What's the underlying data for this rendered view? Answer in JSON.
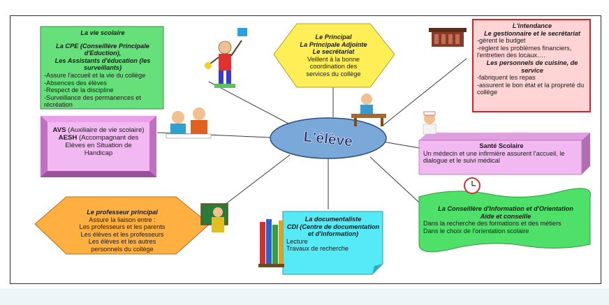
{
  "center": {
    "label": "L'élève"
  },
  "boxes": {
    "vie_scolaire": {
      "title": "La vie scolaire",
      "subtitle": "La CPE (Conseillère Principale d'Eduction),",
      "subtitle2": "Les Assistants d'éducation (les surveillants)",
      "items": [
        "-Assure l'accueil et la vie du collège",
        "-Absences des élèves",
        "-Respect de la discipline",
        "-Surveillance des permanences et      récréation"
      ]
    },
    "principal": {
      "lines": [
        "Le Principal",
        "La Principale Adjointe",
        "Le secrétariat"
      ],
      "body": [
        "Veillent à la bonne",
        "coordination des",
        "services du collège"
      ]
    },
    "intendance": {
      "title": "L'intendance",
      "subtitle": "Le gestionnaire et le secrétariat",
      "items": [
        "-gèrent le budget",
        "-règlent les problèmes financiers, l'entretien des locaux….",
        "Les personnels de cuisine, de service",
        "-fabriquent les repas",
        "-assurent le bon état et la propreté du collège"
      ]
    },
    "avs": {
      "line1_bold": "AVS",
      "line1_rest": " (Auxiliaire de vie scolaire)",
      "line2_bold": "AESH",
      "line2_rest": " (Accompagnant des Elèves en Situation de Handicap"
    },
    "sante": {
      "title": "Santé Scolaire",
      "body": "Un médecin et une infirmière assurent l'accueil, le dialogue et le suivi médical"
    },
    "professeur": {
      "title": "Le professeur principal",
      "lines": [
        "Assure la liaison entre :",
        "Les professeurs et les parents",
        "Les élèves et les professeurs",
        "Les élèves et les autres",
        "personnels du collège"
      ]
    },
    "documentaliste": {
      "title": "La documentaliste",
      "subtitle": "CDI (Centre de documentation et d'information)",
      "items": [
        "Lecture",
        "Travaux de recherche"
      ]
    },
    "conseillere": {
      "title": "La Conseillère d'Information et d'Orientation",
      "subtitle": "Aide et conseille",
      "items": [
        "Dans la recherche des formations et des métiers",
        "Dans le choix de l'orientation scolaire"
      ]
    }
  },
  "colors": {
    "green_box": "#66e07a",
    "yellow_hex": "#ffee55",
    "red_box": "#ffd4d4",
    "red_border": "#e02020",
    "pink_box": "#f2b8f2",
    "pink_side": "#c070c0",
    "cyan_box": "#55eaf5",
    "orange_hex": "#ffb040",
    "green_wave": "#4fe06a",
    "ellipse": "#7aa8d8"
  }
}
